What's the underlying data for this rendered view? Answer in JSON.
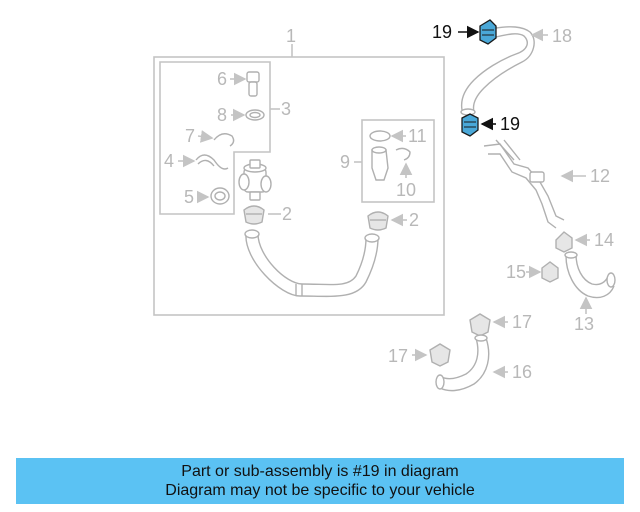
{
  "callouts": {
    "c1": "1",
    "c2a": "2",
    "c2b": "2",
    "c3": "3",
    "c4": "4",
    "c5": "5",
    "c6": "6",
    "c7": "7",
    "c8": "8",
    "c9": "9",
    "c10": "10",
    "c11": "11",
    "c12": "12",
    "c13": "13",
    "c14": "14",
    "c15": "15",
    "c16": "16",
    "c17a": "17",
    "c17b": "17",
    "c18": "18",
    "c19a": "19",
    "c19b": "19"
  },
  "highlight": {
    "part": "19",
    "color": "#4aa8d8"
  },
  "banner": {
    "line1": "Part or sub-assembly is #19 in diagram",
    "line2": "Diagram may not be specific to your vehicle",
    "color": "#5bc2f3"
  }
}
